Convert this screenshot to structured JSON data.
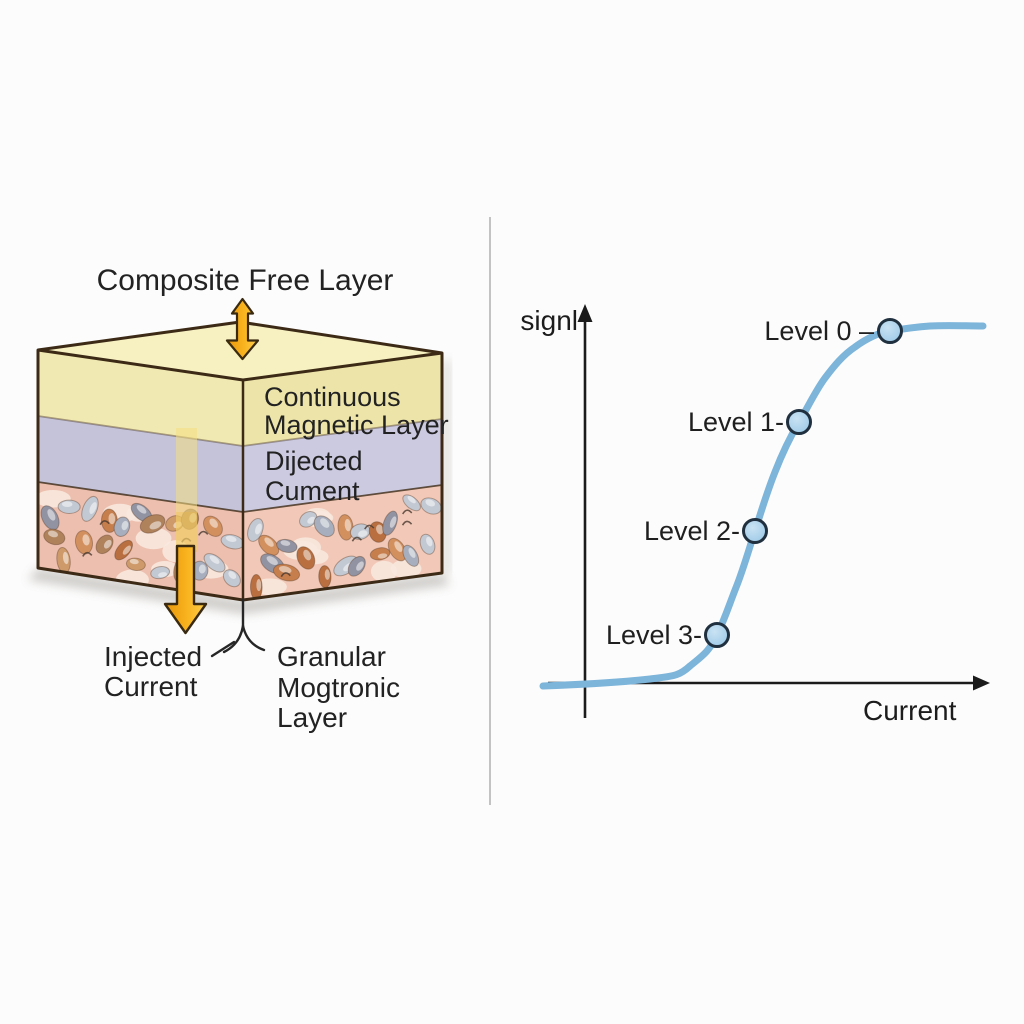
{
  "left_diagram": {
    "title": "Composite Free Layer",
    "face_labels": {
      "continuous": [
        "Continuous",
        "Magnetic Layer"
      ],
      "injected_face": [
        "Dijected",
        "Cument"
      ]
    },
    "callouts": {
      "injected": [
        "Injected",
        "Current"
      ],
      "granular": [
        "Granular",
        "Mogtronic",
        "Layer"
      ]
    },
    "layers": [
      {
        "name": "continuous-magnetic-layer",
        "color_top": "#f7f1c2",
        "color_left": "#f1e9b2",
        "color_right": "#ece4a8"
      },
      {
        "name": "spacer-layer",
        "color_left": "#c4c3da",
        "color_right": "#cbcae1"
      },
      {
        "name": "granular-layer",
        "color_left": "#edbfae",
        "color_right": "#f2c9b8"
      }
    ],
    "arrow_color": "#f5a80c",
    "outline_color": "#3c2a16"
  },
  "chart": {
    "ylabel": "signl",
    "xlabel": "Current",
    "levels": [
      {
        "label": "Level 0 –"
      },
      {
        "label": "Level 1-"
      },
      {
        "label": "Level 2-"
      },
      {
        "label": "Level 3-"
      }
    ],
    "curve_color": "#7db4da",
    "marker_fill": "#a9d0ea",
    "marker_stroke": "#20303f",
    "axis_color": "#1b1b1b"
  },
  "chart_data": {
    "type": "line",
    "title": "",
    "xlabel": "Current",
    "ylabel": "signl",
    "curve_shape": "sigmoid, monotonically increasing, saturating at high current",
    "x_ticks": [],
    "y_ticks": [],
    "legend": "none",
    "annotated_points": [
      {
        "label": "Level 0",
        "x_rel": 0.76,
        "y_rel": 0.96
      },
      {
        "label": "Level 1",
        "x_rel": 0.53,
        "y_rel": 0.71
      },
      {
        "label": "Level 2",
        "x_rel": 0.42,
        "y_rel": 0.42
      },
      {
        "label": "Level 3",
        "x_rel": 0.33,
        "y_rel": 0.13
      }
    ]
  }
}
